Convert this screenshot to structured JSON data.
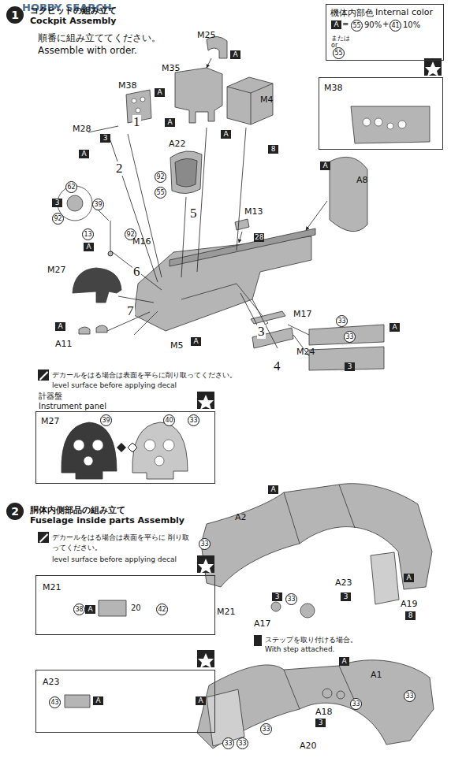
{
  "diagram": {
    "nodes": [
      {
        "text": [
          "機体内部色",
          "Internal color"
        ]
      },
      {
        "text": [
          "M38"
        ]
      },
      {
        "text": [
          "計器盤",
          "Instrument panel",
          "M27"
        ]
      },
      {
        "text": [
          "M21"
        ]
      },
      {
        "text": [
          "A23"
        ]
      }
    ],
    "labels": [
      "HOBBY SEARCH",
      "1",
      "コクピットの組み立て",
      "Cockpit Assembly",
      "順番に組み立ててください。",
      "Assemble with order.",
      "A",
      "=",
      "55",
      "90%",
      "+",
      "41",
      "10%",
      "または",
      "or",
      "55",
      "M25",
      "A",
      "M35",
      "A",
      "A",
      "M38",
      "1",
      "M28",
      "3",
      "A",
      "2",
      "A22",
      "92",
      "55",
      "5",
      "M4",
      "A",
      "8",
      "A",
      "A8",
      "62",
      "3",
      "39",
      "92",
      "13",
      "92",
      "A",
      "M16",
      "M13",
      "28",
      "6",
      "M27",
      "7",
      "A",
      "A11",
      "M5",
      "A",
      "M17",
      "3",
      "33",
      "33",
      "A",
      "4",
      "M24",
      "3",
      "デカールをはる場合は表面を平らに削り取ってください。",
      "level surface before applying decal",
      "39",
      "40",
      "33",
      "2",
      "胴体内側部品の組み立て",
      "Fuselage inside parts Assembly",
      "デカールをはる場合は表面を平らに 削り取ってください。",
      "level surface before applying decal",
      "38",
      "A",
      "20",
      "42",
      "43",
      "A",
      "A",
      "A2",
      "33",
      "A23",
      "3",
      "A17",
      "33",
      "3",
      "M21",
      "A19",
      "8",
      "A",
      "ステップを取り付ける場合。",
      "With step attached.",
      "A",
      "A1",
      "33",
      "A18",
      "3",
      "33",
      "A",
      "A20",
      "33",
      "33",
      "33"
    ]
  }
}
